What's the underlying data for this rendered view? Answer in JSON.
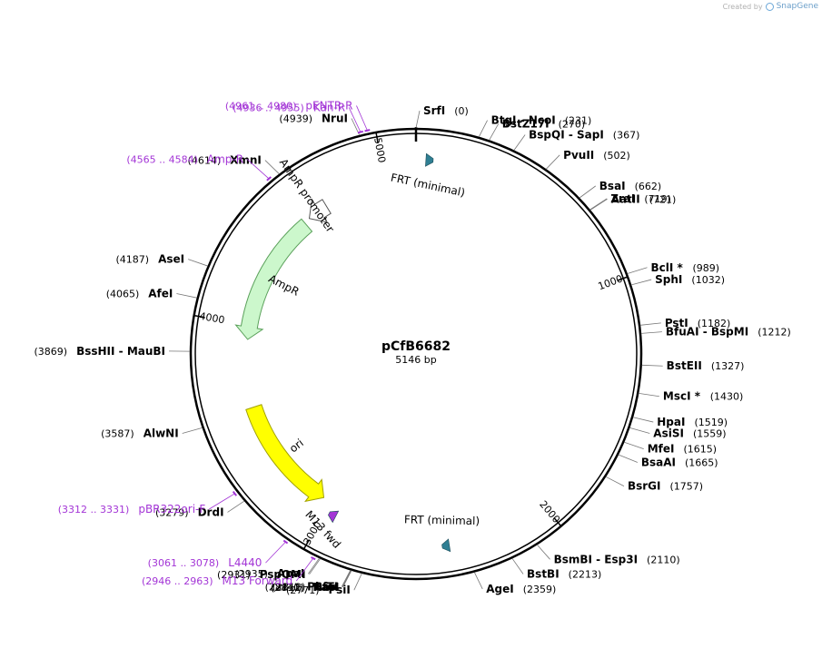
{
  "credit": {
    "prefix": "Created by",
    "brand": "SnapGene"
  },
  "plasmid": {
    "name": "pCfB6682",
    "length_label": "5146 bp",
    "length": 5146
  },
  "ring": {
    "outer_color": "#000000"
  },
  "ticks": [
    {
      "label": "1000",
      "pos": 1000
    },
    {
      "label": "2000",
      "pos": 2000
    },
    {
      "label": "3000",
      "pos": 3000
    },
    {
      "label": "4000",
      "pos": 4000
    },
    {
      "label": "5000",
      "pos": 5000
    }
  ],
  "sites": [
    {
      "name": "SrfI",
      "coord": "(0)",
      "pos": 0
    },
    {
      "name": "BtgI - NcoI",
      "coord": "(231)",
      "pos": 231
    },
    {
      "name": "BstZ17I",
      "coord": "(270)",
      "pos": 270
    },
    {
      "name": "BspQI - SapI",
      "coord": "(367)",
      "pos": 367
    },
    {
      "name": "PvuII",
      "coord": "(502)",
      "pos": 502
    },
    {
      "name": "BsaI",
      "coord": "(662)",
      "pos": 662
    },
    {
      "name": "ZraI",
      "coord": "(719)",
      "pos": 719
    },
    {
      "name": "AatII",
      "coord": "(721)",
      "pos": 721
    },
    {
      "name": "BclI *",
      "coord": "(989)",
      "pos": 989
    },
    {
      "name": "SphI",
      "coord": "(1032)",
      "pos": 1032
    },
    {
      "name": "PstI",
      "coord": "(1182)",
      "pos": 1182
    },
    {
      "name": "BfuAI - BspMI",
      "coord": "(1212)",
      "pos": 1212
    },
    {
      "name": "BstEII",
      "coord": "(1327)",
      "pos": 1327
    },
    {
      "name": "MscI *",
      "coord": "(1430)",
      "pos": 1430
    },
    {
      "name": "HpaI",
      "coord": "(1519)",
      "pos": 1519
    },
    {
      "name": "AsiSI",
      "coord": "(1559)",
      "pos": 1559
    },
    {
      "name": "MfeI",
      "coord": "(1615)",
      "pos": 1615
    },
    {
      "name": "BsaAI",
      "coord": "(1665)",
      "pos": 1665
    },
    {
      "name": "BsrGI",
      "coord": "(1757)",
      "pos": 1757
    },
    {
      "name": "BsmBI - Esp3I",
      "coord": "(2110)",
      "pos": 2110
    },
    {
      "name": "BstBI",
      "coord": "(2213)",
      "pos": 2213
    },
    {
      "name": "AgeI",
      "coord": "(2359)",
      "pos": 2359
    },
    {
      "name": "PsiI",
      "coord": "(2771)",
      "pos": 2771
    },
    {
      "name": "KasI",
      "coord": "(2810)",
      "pos": 2810
    },
    {
      "name": "NarI",
      "coord": "(2811)",
      "pos": 2811
    },
    {
      "name": "SfoI",
      "coord": "(2812)",
      "pos": 2812
    },
    {
      "name": "PluTI",
      "coord": "(2814)",
      "pos": 2814
    },
    {
      "name": "PspOMI",
      "coord": "(2931)",
      "pos": 2931
    },
    {
      "name": "ApaI",
      "coord": "(2935)",
      "pos": 2935
    },
    {
      "name": "DrdI",
      "coord": "(3279)",
      "pos": 3279
    },
    {
      "name": "AlwNI",
      "coord": "(3587)",
      "pos": 3587
    },
    {
      "name": "BssHII - MauBI",
      "coord": "(3869)",
      "pos": 3869
    },
    {
      "name": "AfeI",
      "coord": "(4065)",
      "pos": 4065
    },
    {
      "name": "AseI",
      "coord": "(4187)",
      "pos": 4187
    },
    {
      "name": "XmnI",
      "coord": "(4614)",
      "pos": 4614
    },
    {
      "name": "NruI",
      "coord": "(4939)",
      "pos": 4939
    }
  ],
  "primers": [
    {
      "name": "pENTR-R",
      "coord": "(4961 .. 4980)",
      "start": 4961,
      "end": 4980
    },
    {
      "name": "Kan-R",
      "coord": "(4936 .. 4955)",
      "start": 4936,
      "end": 4955
    },
    {
      "name": "Amp-R",
      "coord": "(4565 .. 4584)",
      "start": 4565,
      "end": 4584
    },
    {
      "name": "pBR322ori-F",
      "coord": "(3312 .. 3331)",
      "start": 3312,
      "end": 3331
    },
    {
      "name": "L4440",
      "coord": "(3061 .. 3078)",
      "start": 3061,
      "end": 3078
    },
    {
      "name": "M13 Forward",
      "coord": "(2946 .. 2963)",
      "start": 2946,
      "end": 2963
    }
  ],
  "features": [
    {
      "name": "FRT (minimal)",
      "kind": "small",
      "start": 40,
      "end": 74,
      "color": "#2f7f93"
    },
    {
      "name": "FRT (minimal)",
      "kind": "small",
      "start": 2430,
      "end": 2464,
      "color": "#2f7f93"
    },
    {
      "name": "M13 fwd",
      "kind": "small",
      "start": 2950,
      "end": 2980,
      "color": "#a335d6"
    },
    {
      "name": "ori",
      "kind": "arrow",
      "start": 3600,
      "end": 3040,
      "color": "#ffff00",
      "stroke": "#a0a000"
    },
    {
      "name": "AmpR",
      "kind": "arrow",
      "start": 4570,
      "end": 3930,
      "color": "#ccf7cc",
      "stroke": "#5aa05a"
    },
    {
      "name": "AmpR promoter",
      "kind": "arrow",
      "start": 4700,
      "end": 4600,
      "color": "#ffffff",
      "stroke": "#555555"
    }
  ],
  "colors": {
    "enzyme": "#000000",
    "primer": "#a335d6",
    "leader": "#777777",
    "outer_highlight": "#3a6a1a",
    "outer_highlight_fill": "#c8ec6a"
  }
}
